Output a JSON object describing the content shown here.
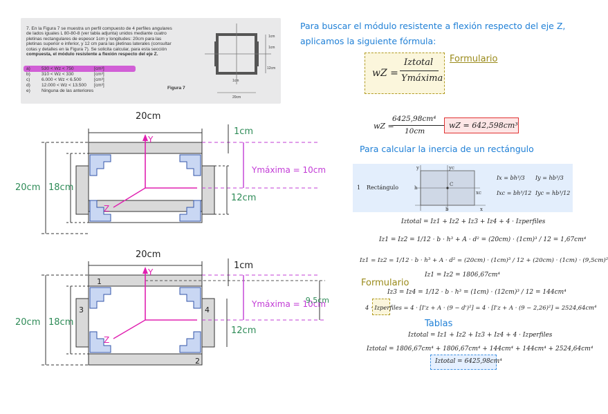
{
  "problem": {
    "lines": [
      "7. En la Figura 7 se muestra un perfil compuesto de 4 perfiles angulares",
      "de lados iguales L 80-80-8 (ver tabla adjunta) unidos mediante cuatro",
      "pletinas rectangulares de espesor 1cm y longitudes: 20cm para las",
      "pletinas superior e inferior, y 12 cm para las pletinas laterales (consultar",
      "cotas y detalles en la Figura 7). Se solicita calcular, para esta sección",
      "compuesta, el módulo resistente a flexión respecto del eje Z."
    ],
    "options": [
      {
        "letter": "a)",
        "text": "530 < Wz < 750",
        "unit": "[cm³]"
      },
      {
        "letter": "b)",
        "text": "310 < Wz < 330",
        "unit": "[cm³]"
      },
      {
        "letter": "c)",
        "text": "6.000 < Wz < 6.500",
        "unit": "[cm³]"
      },
      {
        "letter": "d)",
        "text": "12.000 < Wz < 13.500",
        "unit": "[cm³]"
      },
      {
        "letter": "e)",
        "text": "Ninguna de las anteriores",
        "unit": ""
      }
    ],
    "figure_label": "Figura 7",
    "figure_dims": [
      "1cm",
      "1cm",
      "12cm",
      "20cm",
      "1cm"
    ]
  },
  "right": {
    "heading1": "Para buscar el módulo resistente a flexión respecto del eje Z,",
    "heading2": "aplicamos la siguiente fórmula:",
    "formulario": "Formulario",
    "w_lhs": "wZ =",
    "w_num": "Iztotal",
    "w_den": "Ymáxima",
    "calc_lhs": "wZ =",
    "calc_num": "6425,98cm⁴",
    "calc_den": "10cm",
    "calc_res": "wZ = 642,598cm³",
    "heading3": "Para calcular la inercia de un rectángulo",
    "table": {
      "num": "1",
      "name": "Rectángulo",
      "axis_y": "y",
      "axis_yc": "yc",
      "axis_h": "h",
      "axis_c": "C",
      "axis_xc": "xc",
      "axis_b": "b",
      "axis_x": "x",
      "ix": "Ix = bh³/3",
      "iy": "Iy = hb³/3",
      "ixc": "Ixc = bh³/12",
      "iyc": "Iyc = hb³/12"
    },
    "eq1": "Iztotal = Iz1 + Iz2 + Iz3 + Iz4 + 4 · Izperfiles",
    "eq2": "Iz1 = Iz2 = 1/12 · b · h³ + A · d² = (20cm) · (1cm)³ / 12 = 1,67cm⁴",
    "eq3": "Iz1 = Iz2 = 1/12 · b · h³ + A · d² = (20cm) · (1cm)³ / 12 + (20cm) · (1cm) · (9,5cm)²",
    "eq4": "Iz1 = Iz2 = 1806,67cm⁴",
    "formulario2": "Formulario",
    "eq5": "Iz3 = Iz4 = 1/12 · b · h³ = (1cm) · (12cm)³ / 12 = 144cm⁴",
    "eq6": "4 · Izperfiles = 4 · [I'z + A · (9 − d')²] = 4 · [I'z + A · (9 − 2,26)²] = 2524,64cm⁴",
    "tablas": "Tablas",
    "eq7": "Iztotal = Iz1 + Iz2 + Iz3 + Iz4 + 4 · Izperfiles",
    "eq8": "Iztotal = 1806,67cm⁴ + 1806,67cm⁴ + 144cm⁴ + 144cm⁴ + 2524,64cm⁴",
    "eq9": "Iztotal = 6425,98cm⁴"
  },
  "diagram1": {
    "top_width": "20cm",
    "thick": "1cm",
    "height_outer": "20cm",
    "height_inner": "18cm",
    "side": "12cm",
    "ymax": "Ymáxima = 10cm",
    "axis_y": "Y",
    "axis_z": "Z"
  },
  "diagram2": {
    "top_width": "20cm",
    "thick": "1cm",
    "height_outer": "20cm",
    "height_inner": "18cm",
    "side": "12cm",
    "ymax": "Ymáxima = 10cm",
    "dist": "9,5cm",
    "axis_y": "Y",
    "axis_z": "Z",
    "n1": "1",
    "n2": "2",
    "n3": "3",
    "n4": "4"
  }
}
